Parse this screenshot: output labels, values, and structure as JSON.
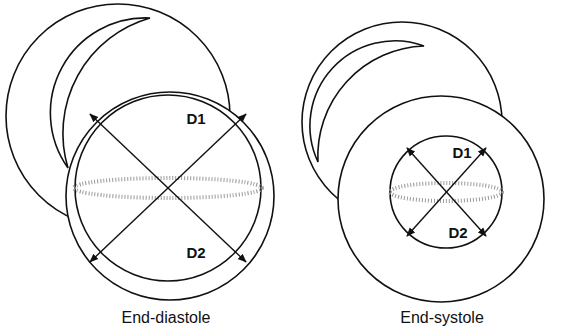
{
  "diagram": {
    "labels": [
      "D1",
      "D2",
      "End-diastole",
      "D1",
      "D2",
      "End-systole"
    ]
  }
}
